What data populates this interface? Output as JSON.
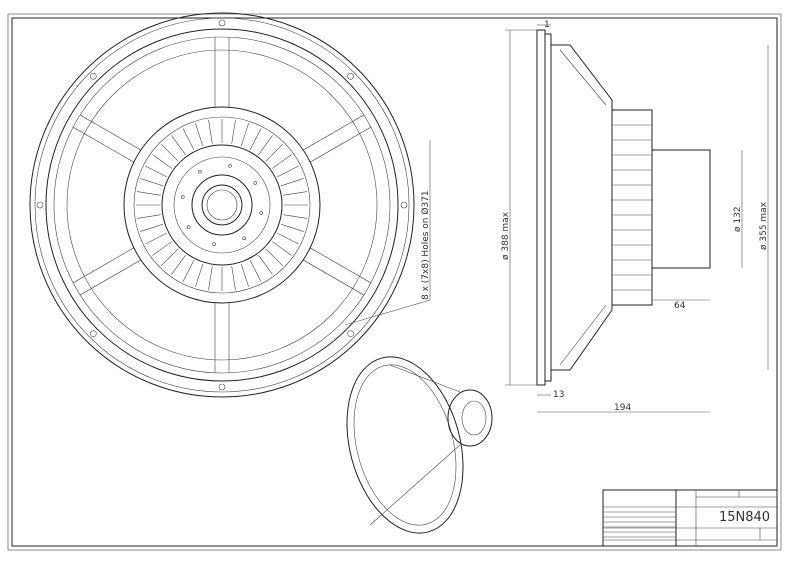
{
  "drawing": {
    "model": "15N840",
    "dimensions": {
      "bolt_holes": "8 x (7x8) Holes on Ø371",
      "overall_diameter": "ø 388 max",
      "magnet_diameter": "ø 132",
      "cone_diameter": "ø 355 max",
      "flange_thickness": "1",
      "magnet_depth": "64",
      "flange_offset": "13",
      "overall_depth": "194"
    }
  }
}
